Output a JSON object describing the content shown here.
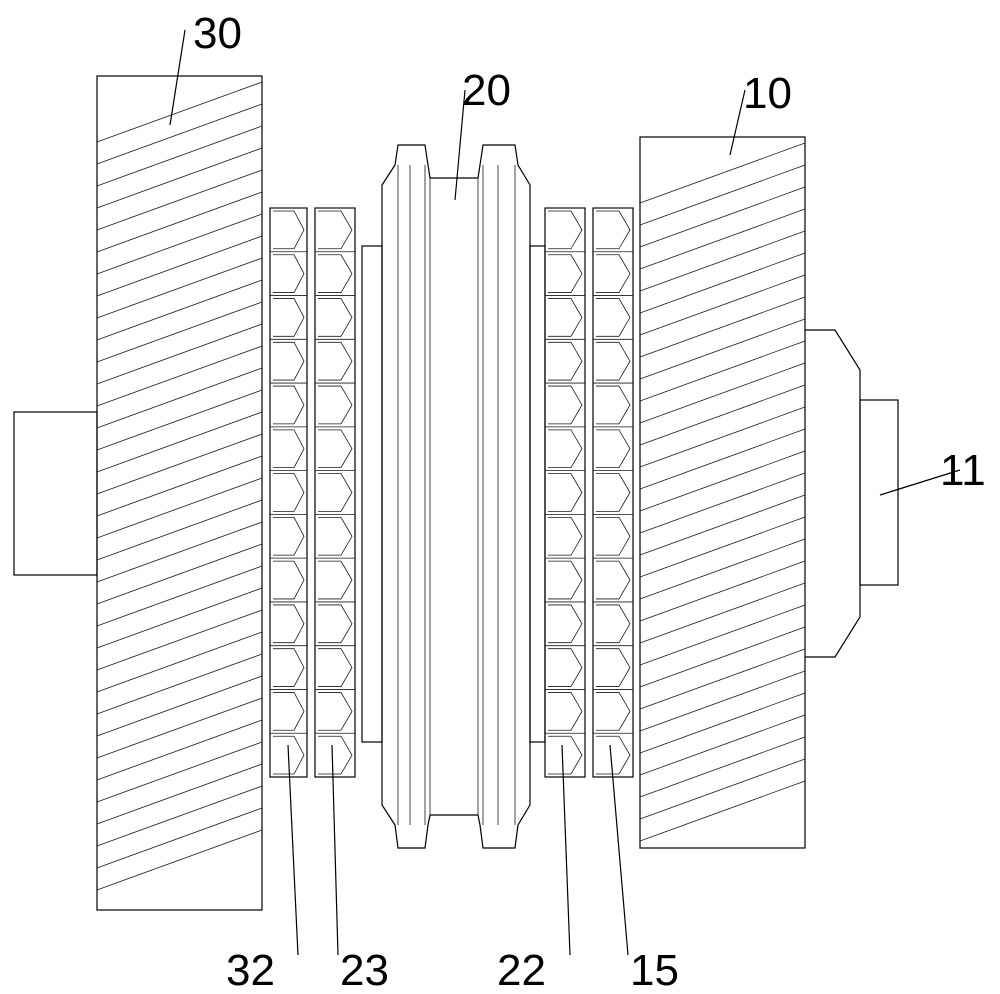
{
  "labels": {
    "gear_left": "30",
    "sleeve_center": "20",
    "gear_right": "10",
    "shaft_right": "11",
    "ring_outer_left": "32",
    "ring_inner_left": "23",
    "ring_inner_right": "22",
    "ring_outer_right": "15"
  },
  "colors": {
    "line": "#000000",
    "background": "#ffffff"
  }
}
